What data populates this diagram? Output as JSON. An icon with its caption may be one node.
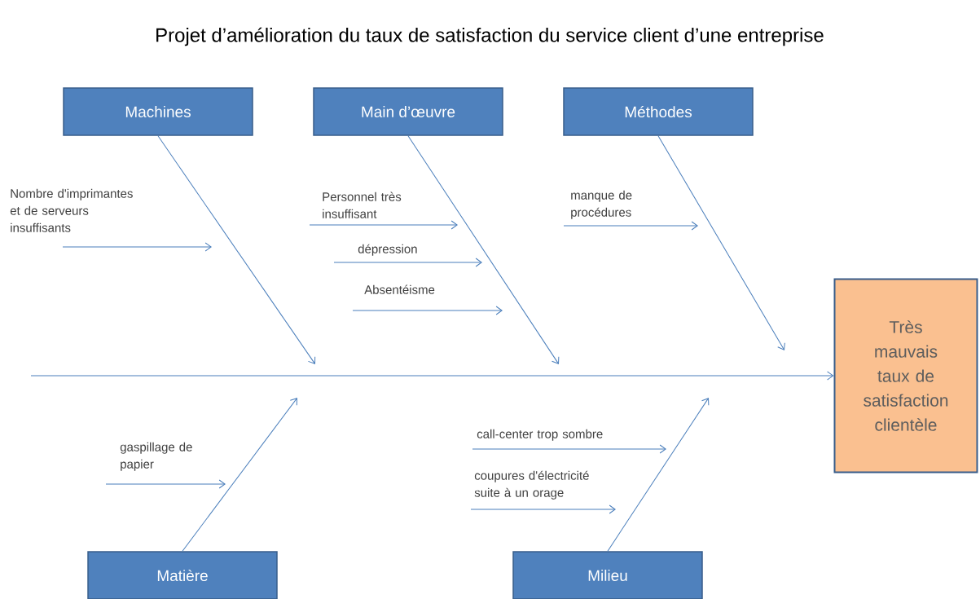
{
  "diagram": {
    "title": "Projet d’amélioration du taux de satisfaction du service client d’une entreprise",
    "nodes": [
      {
        "text": [
          "Machines"
        ]
      },
      {
        "text": [
          "Main d’œuvre"
        ]
      },
      {
        "text": [
          "Méthodes"
        ]
      },
      {
        "text": [
          "Nombre d'imprimantes et de serveurs insuffisants"
        ]
      },
      {
        "text": [
          "Personnel très insuffisant"
        ]
      },
      {
        "text": [
          "dépression"
        ]
      },
      {
        "text": [
          "Absentéisme"
        ]
      },
      {
        "text": [
          "manque de procédures"
        ]
      },
      {
        "text": [
          "Très mauvais taux de satisfaction clientèle"
        ]
      },
      {
        "text": [
          "gaspillage de papier"
        ]
      },
      {
        "text": [
          "call-center trop sombre"
        ]
      },
      {
        "text": [
          "coupures d'électricité suite à un orage"
        ]
      },
      {
        "text": [
          "Matière"
        ]
      },
      {
        "text": [
          "Milieu"
        ]
      }
    ],
    "edges": [
      {
        "from": 0,
        "to": null,
        "arrow": "to"
      },
      {
        "from": 1,
        "to": null,
        "arrow": "to"
      },
      {
        "from": 2,
        "to": null,
        "arrow": "to"
      },
      {
        "from": null,
        "to": 8,
        "arrow": "to"
      },
      {
        "from": 12,
        "to": null,
        "arrow": "to"
      },
      {
        "from": 13,
        "to": null,
        "arrow": "to"
      },
      {
        "from": 3,
        "to": null,
        "arrow": "to"
      },
      {
        "from": 4,
        "to": null,
        "arrow": "to"
      },
      {
        "from": 5,
        "to": null,
        "arrow": "to"
      },
      {
        "from": 6,
        "to": null,
        "arrow": "to"
      },
      {
        "from": 7,
        "to": null,
        "arrow": "to"
      },
      {
        "from": 9,
        "to": null,
        "arrow": "to"
      },
      {
        "from": 10,
        "to": null,
        "arrow": "to"
      },
      {
        "from": 11,
        "to": null,
        "arrow": "to"
      }
    ]
  }
}
